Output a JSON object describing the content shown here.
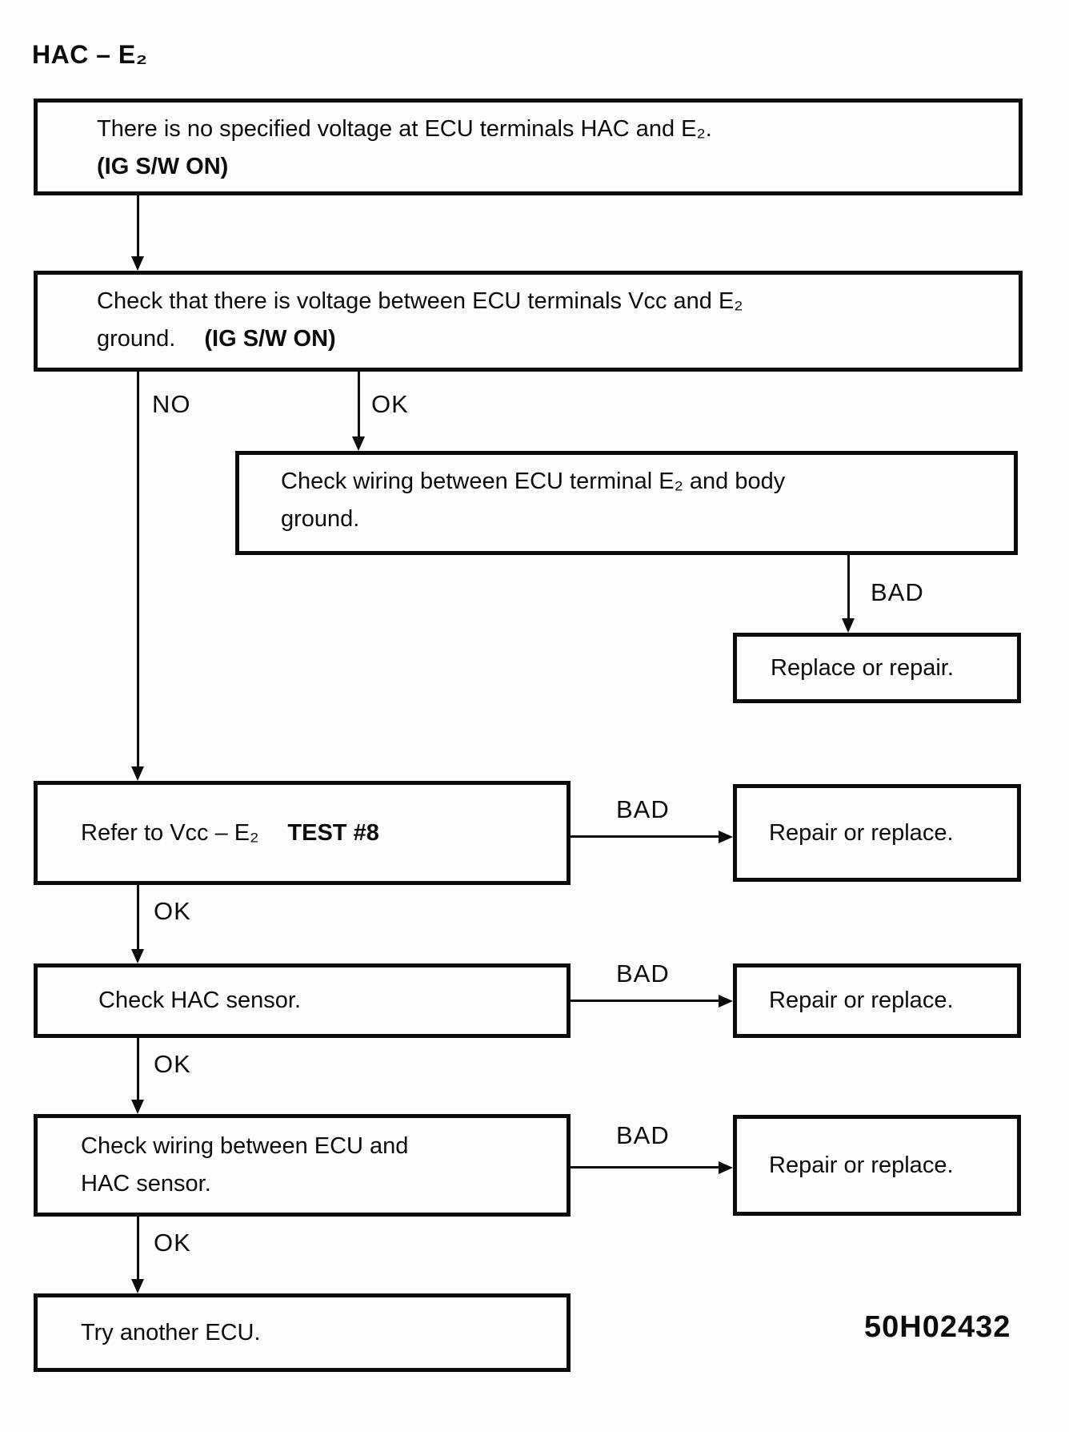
{
  "page": {
    "title": "HAC – E₂",
    "code": "50H02432"
  },
  "labels": {
    "no": "NO",
    "ok": "OK",
    "bad": "BAD"
  },
  "nodes": {
    "symptom": {
      "line1": "There is no specified voltage at ECU terminals HAC and E₂.",
      "line2": "(IG S/W ON)"
    },
    "check_vcc": {
      "line1": "Check that there is voltage between ECU terminals Vcc and E₂",
      "line2": "ground.",
      "line2_bold": "(IG S/W ON)"
    },
    "wiring_e2": {
      "line1": "Check wiring between ECU terminal E₂ and body",
      "line2": "ground."
    },
    "replace_repair": {
      "text": "Replace or repair."
    },
    "refer_vcc": {
      "text": "Refer to Vcc – E₂",
      "bold": "TEST #8"
    },
    "repair_replace": {
      "text": "Repair or replace."
    },
    "hac_sensor": {
      "text": "Check HAC sensor."
    },
    "wiring_ecu_hac": {
      "line1": "Check wiring between ECU and",
      "line2": "HAC sensor."
    },
    "try_ecu": {
      "text": "Try another ECU."
    }
  }
}
